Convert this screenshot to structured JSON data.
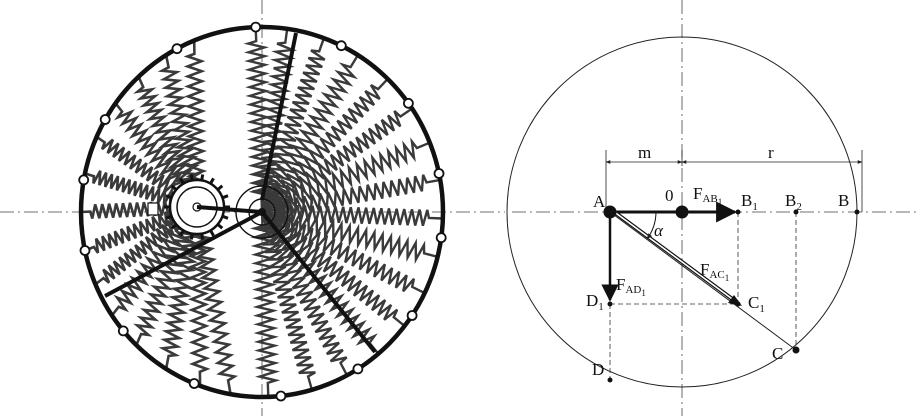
{
  "right_figure": {
    "dimension_labels": {
      "m": "m",
      "r": "r"
    },
    "point_labels": {
      "A": "A",
      "O": "0",
      "B1": "B",
      "B1_sub": "1",
      "B2": "B",
      "B2_sub": "2",
      "B": "B",
      "C1": "C",
      "C1_sub": "1",
      "C": "C",
      "D1": "D",
      "D1_sub": "1",
      "D": "D"
    },
    "force_labels": {
      "FAB1_main": "F",
      "FAB1_sub": "AB",
      "FAB1_subsub": "1",
      "FAC1_main": "F",
      "FAC1_sub": "AC",
      "FAC1_subsub": "1",
      "FAD1_main": "F",
      "FAD1_sub": "AD",
      "FAD1_subsub": "1"
    },
    "angle_label": "α"
  },
  "colors": {
    "ink": "#111111",
    "spring": "#3a3a3a",
    "paper": "#ffffff"
  }
}
